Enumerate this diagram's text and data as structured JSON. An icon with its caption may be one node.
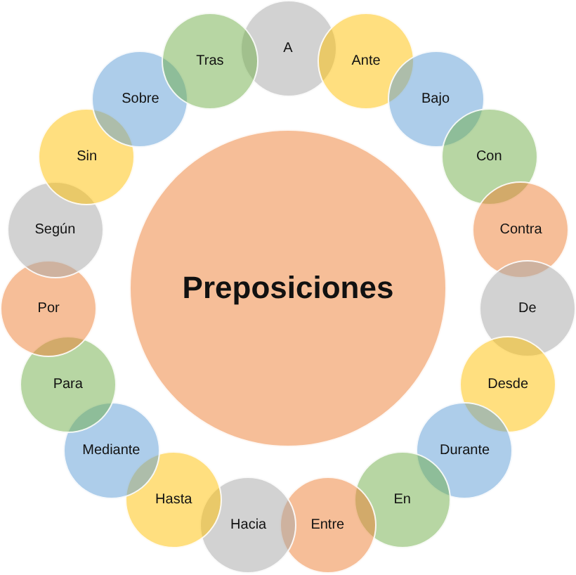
{
  "diagram": {
    "nodes": [
      {
        "text": [
          "Preposiciones"
        ]
      },
      {
        "text": [
          "A"
        ]
      },
      {
        "text": [
          "Ante"
        ]
      },
      {
        "text": [
          "Bajo"
        ]
      },
      {
        "text": [
          "Con"
        ]
      },
      {
        "text": [
          "Contra"
        ]
      },
      {
        "text": [
          "De"
        ]
      },
      {
        "text": [
          "Desde"
        ]
      },
      {
        "text": [
          "Durante"
        ]
      },
      {
        "text": [
          "En"
        ]
      },
      {
        "text": [
          "Entre"
        ]
      },
      {
        "text": [
          "Hacia"
        ]
      },
      {
        "text": [
          "Hasta"
        ]
      },
      {
        "text": [
          "Mediante"
        ]
      },
      {
        "text": [
          "Para"
        ]
      },
      {
        "text": [
          "Por"
        ]
      },
      {
        "text": [
          "Según"
        ]
      },
      {
        "text": [
          "Sin"
        ]
      },
      {
        "text": [
          "Sobre"
        ]
      },
      {
        "text": [
          "Tras"
        ]
      }
    ]
  }
}
